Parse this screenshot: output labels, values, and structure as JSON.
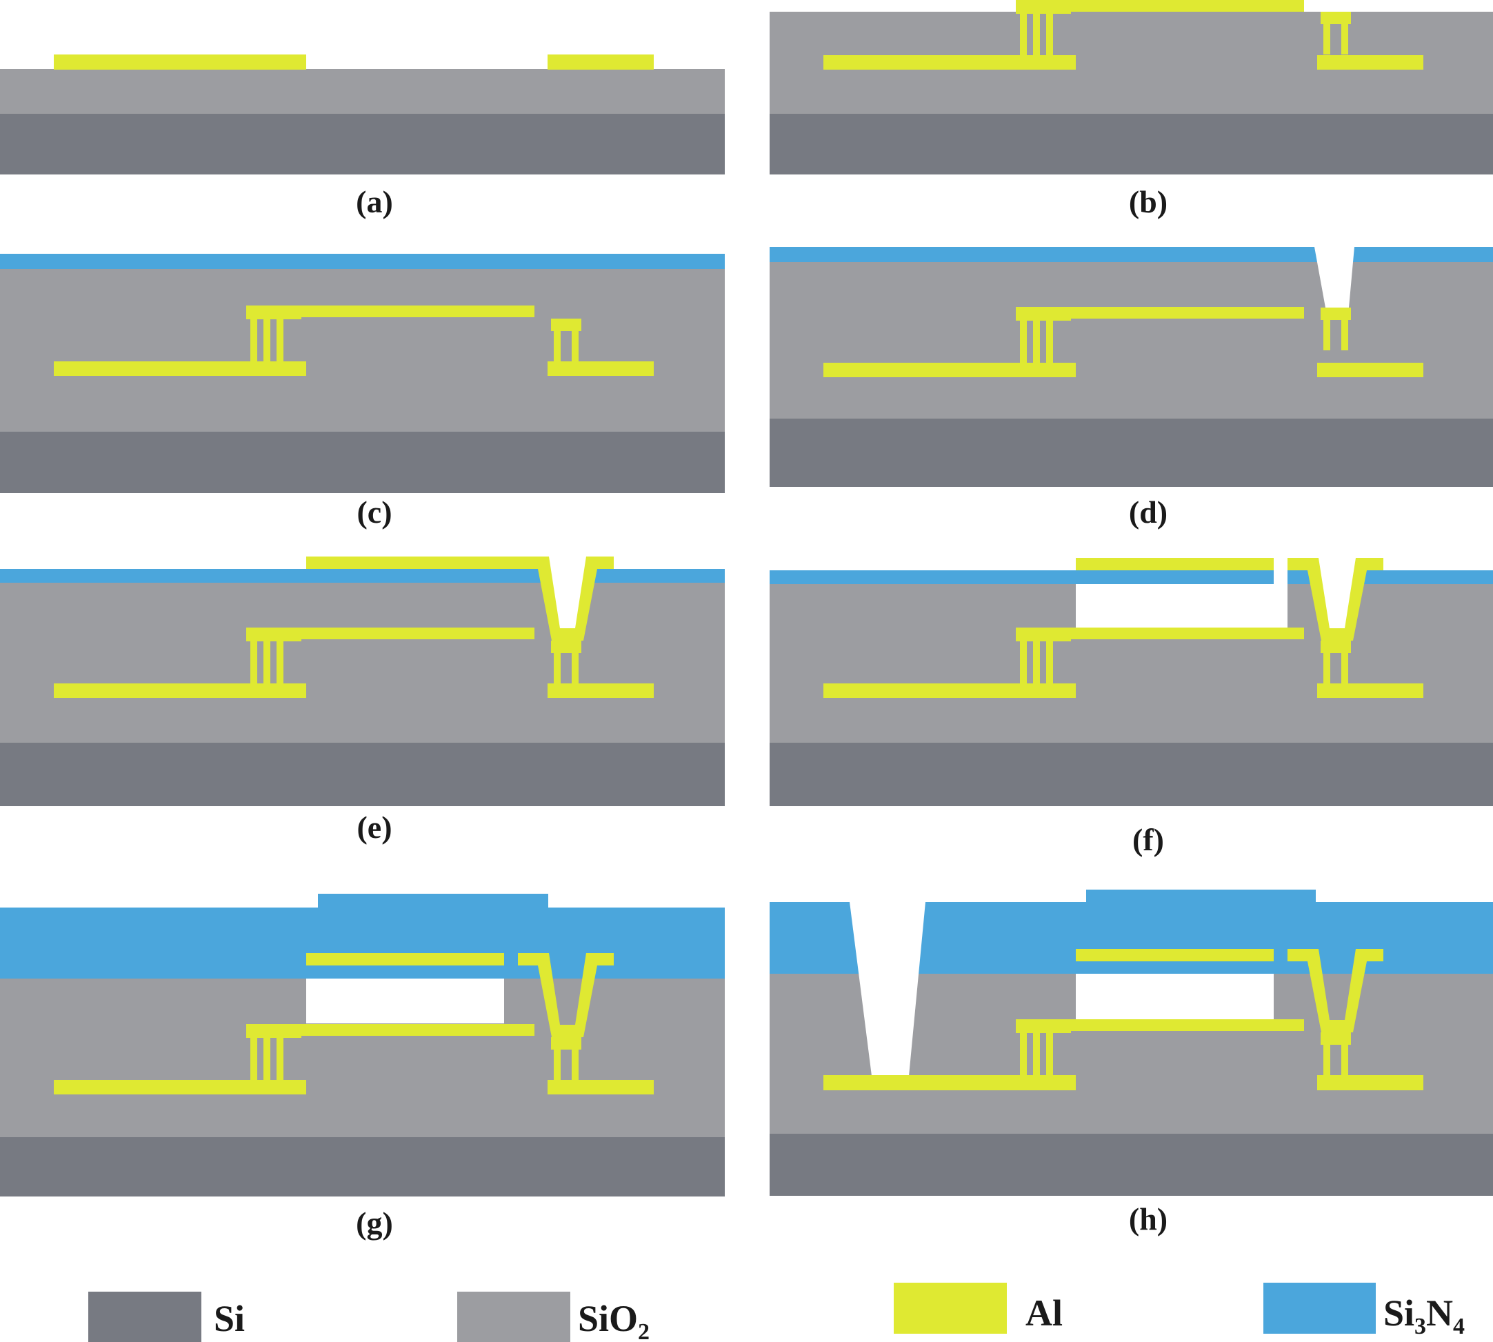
{
  "colors": {
    "si": "#777a82",
    "sio2": "#9c9da1",
    "al": "#dfe932",
    "si3n4": "#4ba6dc",
    "cavity": "#ffffff"
  },
  "panels": {
    "a": {
      "label": "(a)"
    },
    "b": {
      "label": "(b)"
    },
    "c": {
      "label": "(c)"
    },
    "d": {
      "label": "(d)"
    },
    "e": {
      "label": "(e)"
    },
    "f": {
      "label": "(f)"
    },
    "g": {
      "label": "(g)"
    },
    "h": {
      "label": "(h)"
    }
  },
  "legend": {
    "si": {
      "text": "Si"
    },
    "sio2": {
      "main": "SiO",
      "sub": "2"
    },
    "al": {
      "text": "Al"
    },
    "si3n4": {
      "p1": "Si",
      "s1": "3",
      "p2": "N",
      "s2": "4"
    }
  }
}
